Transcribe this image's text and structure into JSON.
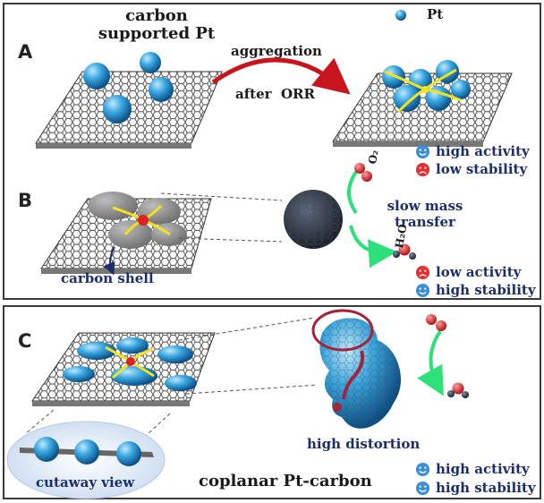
{
  "legend": {
    "pt_label": "Pt"
  },
  "panel_a": {
    "letter": "A",
    "title_line1": "carbon",
    "title_line2": "supported Pt",
    "arrow_top": "aggregation",
    "arrow_bottom": "after  ORR",
    "status_1": "high activity",
    "status_2": "low stability"
  },
  "panel_b": {
    "letter": "B",
    "shell_label": "carbon shell",
    "mass_line1": "slow mass",
    "mass_line2": "transfer",
    "o2": "O₂",
    "h2o": "H₂O",
    "status_1": "low activity",
    "status_2": "high stability"
  },
  "panel_c": {
    "letter": "C",
    "cutaway_label": "cutaway view",
    "main_label": "coplanar Pt-carbon",
    "distortion_label": "high distortion",
    "status_1": "high activity",
    "status_2": "high stability"
  },
  "colors": {
    "pt_blue": "#2f9fd8",
    "happy": "#3d8fd6",
    "sad": "#e53030",
    "arrow_red": "#c8141c",
    "arrow_green": "#2ee07a",
    "label_navy": "#1b2e6b"
  }
}
